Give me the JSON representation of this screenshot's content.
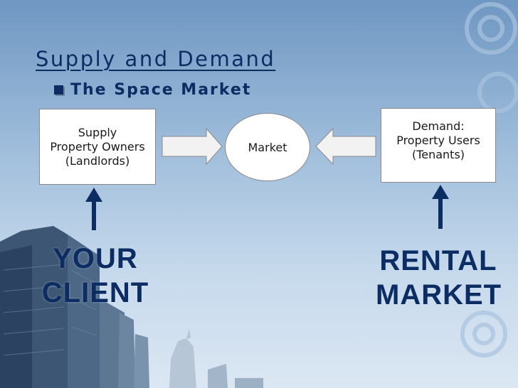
{
  "slide": {
    "title": "Supply and Demand",
    "bullet_icon": "square-bullet-icon",
    "subtitle": "The Space Market"
  },
  "diagram": {
    "supply_box": {
      "lines": [
        "Supply",
        "Property Owners",
        "(Landlords)"
      ]
    },
    "market": {
      "label": "Market"
    },
    "demand_box": {
      "lines": [
        "Demand:",
        "Property Users",
        "(Tenants)"
      ]
    },
    "client_label": {
      "lines": [
        "YOUR",
        "CLIENT"
      ]
    },
    "rental_label": {
      "lines": [
        "RENTAL",
        "MARKET"
      ]
    }
  },
  "colors": {
    "navy": "#0b2d63",
    "box_fill": "#ffffff",
    "block_arrow_fill": "#f2f2f2"
  }
}
